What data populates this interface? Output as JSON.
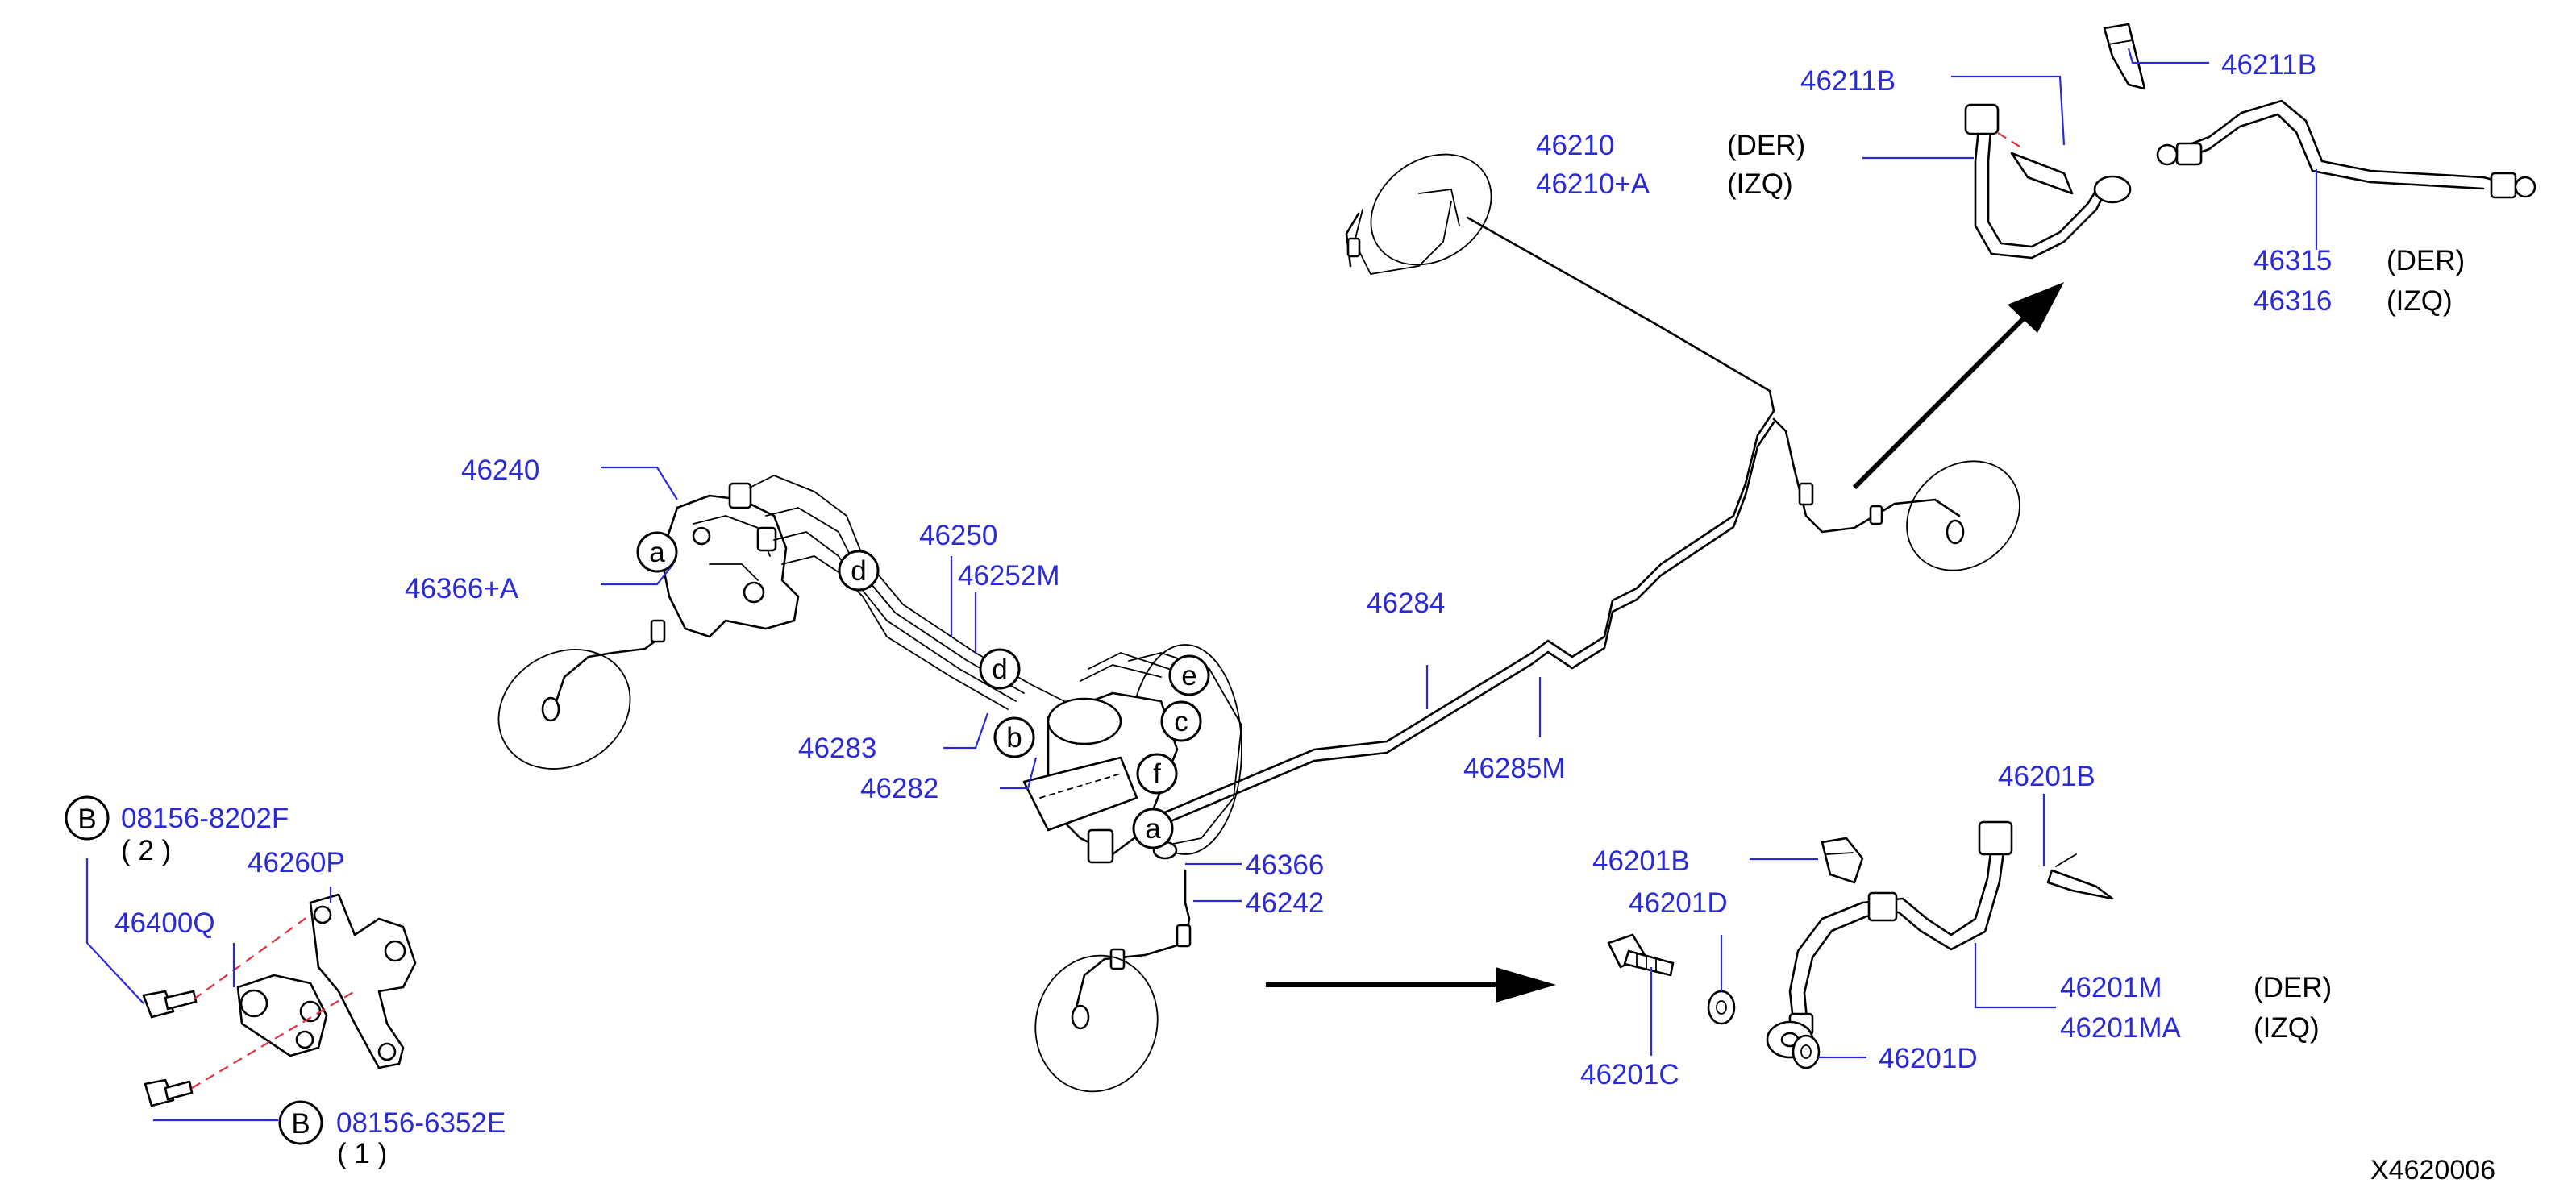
{
  "diagram": {
    "part_numbers": {
      "p46211B_a": "46211B",
      "p46211B_b": "46211B",
      "p46210": "46210",
      "p46210A": "46210+A",
      "p46315": "46315",
      "p46316": "46316",
      "p46240": "46240",
      "p46366A": "46366+A",
      "p46250": "46250",
      "p46252M": "46252M",
      "p46284": "46284",
      "p46283": "46283",
      "p46282": "46282",
      "p46285M": "46285M",
      "p08156_8202F": "08156-8202F",
      "p46260P": "46260P",
      "p46400Q": "46400Q",
      "p46366": "46366",
      "p46242": "46242",
      "p08156_6352E": "08156-6352E",
      "p46201B_a": "46201B",
      "p46201B_b": "46201B",
      "p46201D_a": "46201D",
      "p46201D_b": "46201D",
      "p46201C": "46201C",
      "p46201M": "46201M",
      "p46201MA": "46201MA"
    },
    "qualifiers": {
      "der_1": "(DER)",
      "izq_1": "(IZQ)",
      "der_2": "(DER)",
      "izq_2": "(IZQ)",
      "der_3": "(DER)",
      "izq_3": "(IZQ)",
      "qty_2": "( 2 )",
      "qty_1": "( 1 )"
    },
    "callouts": {
      "a1": "a",
      "a2": "a",
      "d1": "d",
      "d2": "d",
      "b1": "b",
      "c1": "c",
      "e1": "e",
      "f1": "f",
      "B1": "B",
      "B2": "B"
    },
    "reference_code": "X4620006",
    "colors": {
      "part_number": "#2a2ad8",
      "line": "#000000",
      "dashed_guide": "#e0303a"
    }
  }
}
